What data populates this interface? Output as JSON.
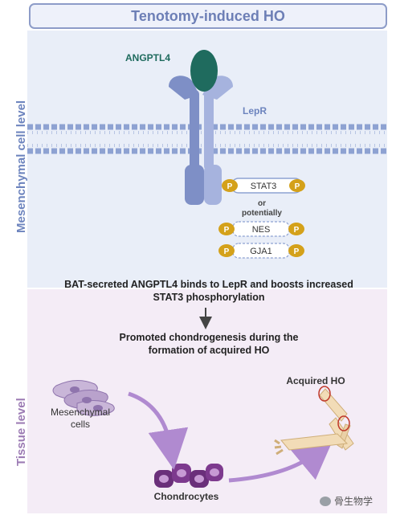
{
  "title": "Tenotomy-induced HO",
  "side_labels": {
    "cell_level": "Mesenchymal cell level",
    "tissue_level": "Tissue level"
  },
  "ligand": {
    "label": "ANGPTL4",
    "color": "#1f6b5e"
  },
  "receptor": {
    "label": "LepR",
    "color": "#7e8fc6"
  },
  "phospho_targets": {
    "primary": "STAT3",
    "connector": "or potentially",
    "others": [
      "NES",
      "GJA1"
    ],
    "p_badge": "P"
  },
  "mechanism_text": "BAT-secreted ANGPTL4 binds to LepR and boosts increased STAT3 phosphorylation",
  "outcome_text": "Promoted chondrogenesis during the formation of acquired HO",
  "tissue": {
    "mesenchymal_label": "Mesenchymal cells",
    "chondrocytes_label": "Chondrocytes",
    "acquired_ho_label": "Acquired HO"
  },
  "watermark": "骨生物学",
  "colors": {
    "title_border": "#8d9cc8",
    "cell_bg": "#e9eef8",
    "tissue_bg": "#f4ecf6",
    "membrane": "#8ea2d2",
    "phospho": "#d4a11a",
    "arrow_purple": "#b08ad0"
  }
}
